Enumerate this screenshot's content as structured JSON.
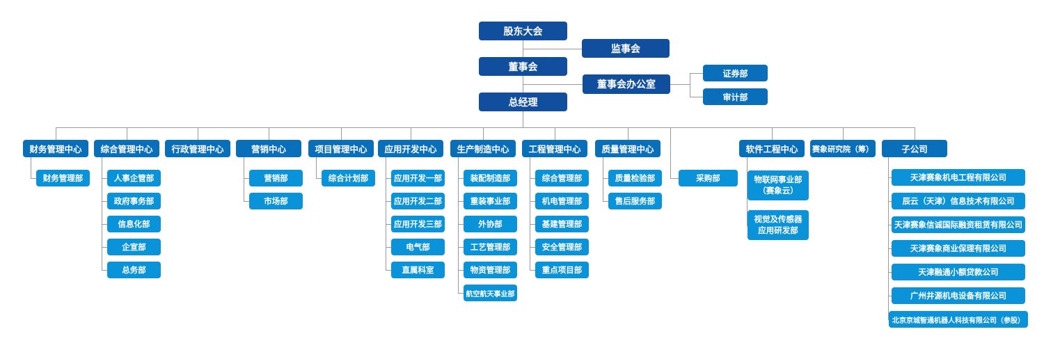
{
  "palette": {
    "dark_blue": "#114f9e",
    "mid_blue": "#0a6fbb",
    "light_blue": "#0a93d8",
    "line_gray": "#9a9a9a",
    "text": "#ffffff",
    "background": "#ffffff"
  },
  "top": {
    "shareholders": "股东大会",
    "supervisory": "监事会",
    "board": "董事会",
    "board_office": "董事会办公室",
    "securities": "证券部",
    "audit": "审计部",
    "gm": "总经理"
  },
  "procurement": "采购部",
  "columns": [
    {
      "label": "财务管理中心",
      "children": [
        "财务管理部"
      ]
    },
    {
      "label": "综合管理中心",
      "children": [
        "人事企管部",
        "政府事务部",
        "信息化部",
        "企宣部",
        "总务部"
      ]
    },
    {
      "label": "行政管理中心",
      "children": []
    },
    {
      "label": "营销中心",
      "children": [
        "营销部",
        "市场部"
      ]
    },
    {
      "label": "项目管理中心",
      "children": [
        "综合计划部"
      ]
    },
    {
      "label": "应用开发中心",
      "children": [
        "应用开发一部",
        "应用开发二部",
        "应用开发三部",
        "电气部",
        "直属科室"
      ]
    },
    {
      "label": "生产制造中心",
      "children": [
        "装配制造部",
        "重装事业部",
        "外协部",
        "工艺管理部",
        "物资管理部",
        "航空航天事业部"
      ]
    },
    {
      "label": "工程管理中心",
      "children": [
        "综合管理部",
        "机电管理部",
        "基建管理部",
        "安全管理部",
        "重点项目部"
      ]
    },
    {
      "label": "质量管理中心",
      "children": [
        "质量检验部",
        "售后服务部"
      ]
    },
    {
      "label": "软件工程中心",
      "children": [
        "物联网事业部\n（赛象云）",
        "视觉及传感器\n应用研发部"
      ]
    },
    {
      "label": "赛象研究院（筹）",
      "children": []
    },
    {
      "label": "子公司",
      "children": [
        "天津赛象机电工程有限公司",
        "辰云（天津）信息技术有限公司",
        "天津赛象信诚国际融资租赁有限公司",
        "天津赛象商业保理有限公司",
        "天津融通小额贷款公司",
        "广州井源机电设备有限公司",
        "北京京城智通机器人科技有限公司（参股）"
      ]
    }
  ]
}
